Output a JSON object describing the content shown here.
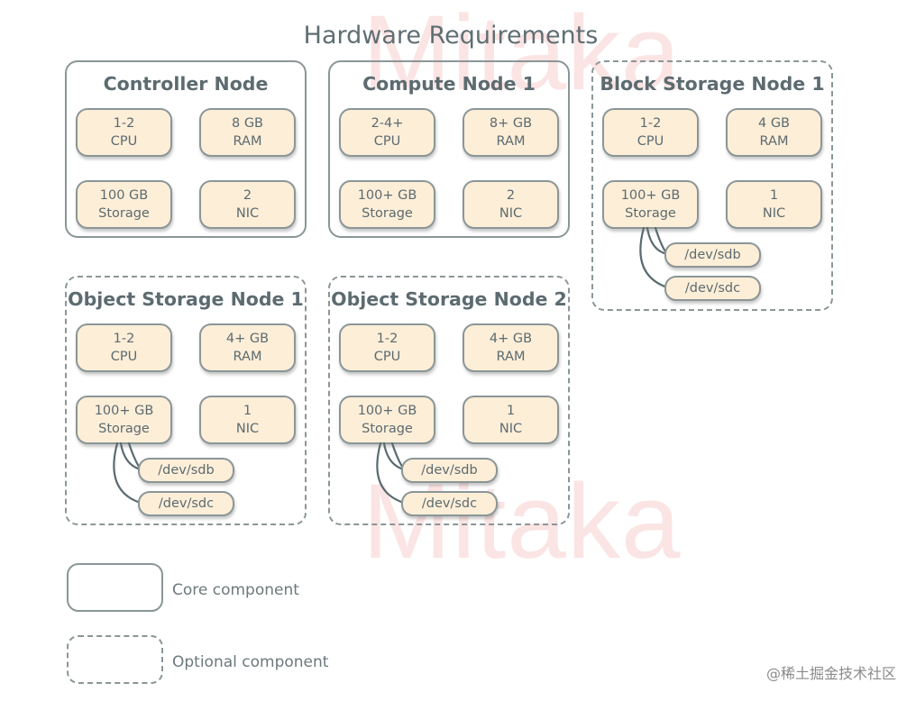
{
  "watermark": "Mitaka",
  "title": "Hardware Requirements",
  "nodes": [
    {
      "name": "Controller Node",
      "components": [
        {
          "l1": "1-2",
          "l2": "CPU"
        },
        {
          "l1": "8 GB",
          "l2": "RAM"
        },
        {
          "l1": "100 GB",
          "l2": "Storage"
        },
        {
          "l1": "2",
          "l2": "NIC"
        }
      ],
      "devices": []
    },
    {
      "name": "Compute Node 1",
      "components": [
        {
          "l1": "2-4+",
          "l2": "CPU"
        },
        {
          "l1": "8+ GB",
          "l2": "RAM"
        },
        {
          "l1": "100+ GB",
          "l2": "Storage"
        },
        {
          "l1": "2",
          "l2": "NIC"
        }
      ],
      "devices": []
    },
    {
      "name": "Block Storage Node 1",
      "components": [
        {
          "l1": "1-2",
          "l2": "CPU"
        },
        {
          "l1": "4 GB",
          "l2": "RAM"
        },
        {
          "l1": "100+ GB",
          "l2": "Storage"
        },
        {
          "l1": "1",
          "l2": "NIC"
        }
      ],
      "devices": [
        "/dev/sdb",
        "/dev/sdc"
      ]
    },
    {
      "name": "Object Storage Node 1",
      "components": [
        {
          "l1": "1-2",
          "l2": "CPU"
        },
        {
          "l1": "4+ GB",
          "l2": "RAM"
        },
        {
          "l1": "100+ GB",
          "l2": "Storage"
        },
        {
          "l1": "1",
          "l2": "NIC"
        }
      ],
      "devices": [
        "/dev/sdb",
        "/dev/sdc"
      ]
    },
    {
      "name": "Object Storage Node 2",
      "components": [
        {
          "l1": "1-2",
          "l2": "CPU"
        },
        {
          "l1": "4+ GB",
          "l2": "RAM"
        },
        {
          "l1": "100+ GB",
          "l2": "Storage"
        },
        {
          "l1": "1",
          "l2": "NIC"
        }
      ],
      "devices": [
        "/dev/sdb",
        "/dev/sdc"
      ]
    }
  ],
  "legend": {
    "core": "Core component",
    "optional": "Optional component"
  },
  "credit": "@稀土掘金技术社区",
  "colors": {
    "component_fill": "#fdeed8",
    "border": "#8b9697",
    "text": "#5c6b70",
    "watermark": "#fbe4e4"
  }
}
